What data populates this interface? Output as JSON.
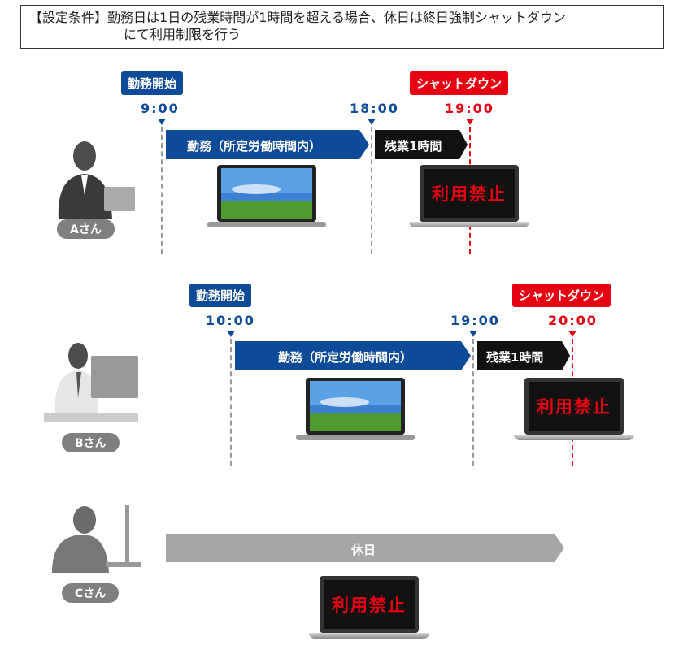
{
  "condition": {
    "prefix": "【設定条件】",
    "line1": "勤務日は1日の残業時間が1時間を超える場合、休日は終日強制シャットダウン",
    "line2": "にて利用制限を行う"
  },
  "labels": {
    "work_start": "勤務開始",
    "shutdown": "シャットダウン",
    "work_bar": "勤務（所定労働時間内）",
    "overtime_bar": "残業1時間",
    "holiday_bar": "休日",
    "forbidden": "利用禁止"
  },
  "persons": {
    "a": {
      "name": "Aさん",
      "start": "9:00",
      "end": "18:00",
      "shutdown": "19:00"
    },
    "b": {
      "name": "Bさん",
      "start": "10:00",
      "end": "19:00",
      "shutdown": "20:00"
    },
    "c": {
      "name": "Cさん"
    }
  },
  "colors": {
    "blue": "#0d4a98",
    "red": "#e60012",
    "gray": "#a6a6a6",
    "black": "#111111"
  }
}
